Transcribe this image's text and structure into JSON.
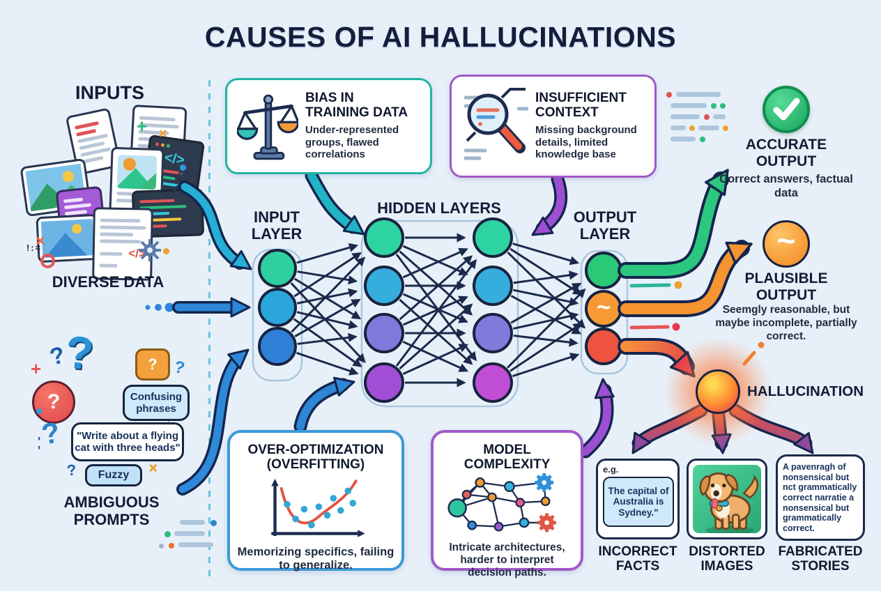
{
  "title": "CAUSES OF AI HALLUCINATIONS",
  "left": {
    "inputs_heading": "INPUTS",
    "diverse_data_label": "DIVERSE DATA",
    "ambiguous_label": "AMBIGUOUS PROMPTS",
    "bubbles": {
      "confusing": "Confusing phrases",
      "prompt": "\"Write about a flying cat with three heads\"",
      "fuzzy": "Fuzzy"
    }
  },
  "cause_boxes": {
    "bias": {
      "title": "BIAS IN TRAINING DATA",
      "desc": "Under-represented groups, flawed correlations",
      "accent": "#23b3a3"
    },
    "insufficient": {
      "title": "INSUFFICIENT CONTEXT",
      "desc": "Missing background details, limited knowledge base",
      "accent": "#a258c8"
    },
    "overfitting": {
      "title": "OVER-OPTIMIZATION (OVERFITTING)",
      "desc": "Memorizing specifics, failing to generalize.",
      "accent": "#3b9ad9"
    },
    "complexity": {
      "title": "MODEL COMPLEXITY",
      "desc": "Intricate architectures, harder to interpret decision paths.",
      "accent": "#a258c8"
    }
  },
  "network": {
    "input_label": "INPUT LAYER",
    "hidden_label": "HIDDEN LAYERS",
    "output_label": "OUTPUT LAYER",
    "edge_color": "#1b2a4a",
    "node_colors": {
      "input": [
        "#2fd0a0",
        "#2aa6dc",
        "#2f7fd6"
      ],
      "hidden1": [
        "#2ed3a2",
        "#35aede",
        "#8279dd",
        "#a14fd6"
      ],
      "hidden2": [
        "#2ed3a2",
        "#35aede",
        "#8279dd",
        "#c04fd6"
      ],
      "output": [
        "#2bc878",
        "#f79a33",
        "#ee5340"
      ]
    }
  },
  "outputs": {
    "accurate": {
      "title": "ACCURATE OUTPUT",
      "desc": "Correct answers, factual data",
      "color": "#22c47e"
    },
    "plausible": {
      "title": "PLAUSIBLE OUTPUT",
      "desc": "Seemgly reasonable, but maybe incomplete, partially correct.",
      "color": "#f59430",
      "tilde": "~"
    },
    "hallucination": {
      "title": "HALLUCINATION",
      "color": "#ff6a3d"
    }
  },
  "consequences": {
    "incorrect_facts": {
      "eg": "e.g.",
      "bubble": "The capital of Australia is Sydney.\"",
      "label": "INCORRECT FACTS"
    },
    "distorted_images": {
      "label": "DISTORTED IMAGES"
    },
    "fabricated_stories": {
      "text": "A pavenragh of nonsensical but nct grammatically correct narratie a nonsensical but grammatically correct.",
      "label": "FABRICATED STORIES"
    }
  }
}
